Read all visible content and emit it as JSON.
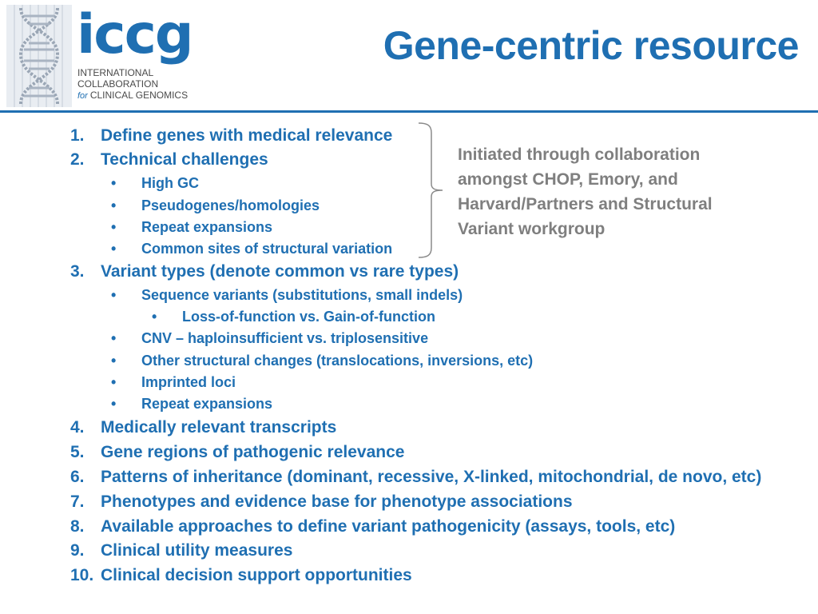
{
  "logo": {
    "wordmark": "iccg",
    "sub_line1": "INTERNATIONAL",
    "sub_line2": "COLLABORATION",
    "sub_line3_prefix": "for",
    "sub_line3": "CLINICAL GENOMICS"
  },
  "title": "Gene-centric resource",
  "list": {
    "i1": {
      "num": "1.",
      "text": "Define genes with medical relevance"
    },
    "i2": {
      "num": "2.",
      "text": "Technical challenges"
    },
    "i2a": {
      "bullet": "•",
      "text": "High GC"
    },
    "i2b": {
      "bullet": "•",
      "text": "Pseudogenes/homologies"
    },
    "i2c": {
      "bullet": "•",
      "text": "Repeat expansions"
    },
    "i2d": {
      "bullet": "•",
      "text": "Common sites of structural variation"
    },
    "i3": {
      "num": "3.",
      "text": "Variant types (denote common vs rare types)"
    },
    "i3a": {
      "bullet": "•",
      "text": "Sequence variants (substitutions, small indels)"
    },
    "i3a1": {
      "bullet": "•",
      "text": "Loss-of-function vs. Gain-of-function"
    },
    "i3b": {
      "bullet": "•",
      "text": "CNV – haploinsufficient vs. triplosensitive"
    },
    "i3c": {
      "bullet": "•",
      "text": "Other structural changes (translocations, inversions, etc)"
    },
    "i3d": {
      "bullet": "•",
      "text": "Imprinted loci"
    },
    "i3e": {
      "bullet": "•",
      "text": "Repeat expansions"
    },
    "i4": {
      "num": "4.",
      "text": "Medically relevant transcripts"
    },
    "i5": {
      "num": "5.",
      "text": "Gene regions of pathogenic relevance"
    },
    "i6": {
      "num": "6.",
      "text": "Patterns of inheritance (dominant, recessive, X-linked, mitochondrial, de novo, etc)"
    },
    "i7": {
      "num": "7.",
      "text": "Phenotypes and evidence base for phenotype associations"
    },
    "i8": {
      "num": "8.",
      "text": "Available approaches to define variant pathogenicity (assays, tools, etc)"
    },
    "i9": {
      "num": "9.",
      "text": "Clinical utility measures"
    },
    "i10": {
      "num": "10.",
      "text": "Clinical decision support opportunities"
    }
  },
  "note": "Initiated through collaboration amongst CHOP, Emory, and Harvard/Partners and Structural Variant workgroup",
  "colors": {
    "accent": "#1f6fb2",
    "note_gray": "#7f7f7f",
    "rule": "#1f6fb2"
  }
}
